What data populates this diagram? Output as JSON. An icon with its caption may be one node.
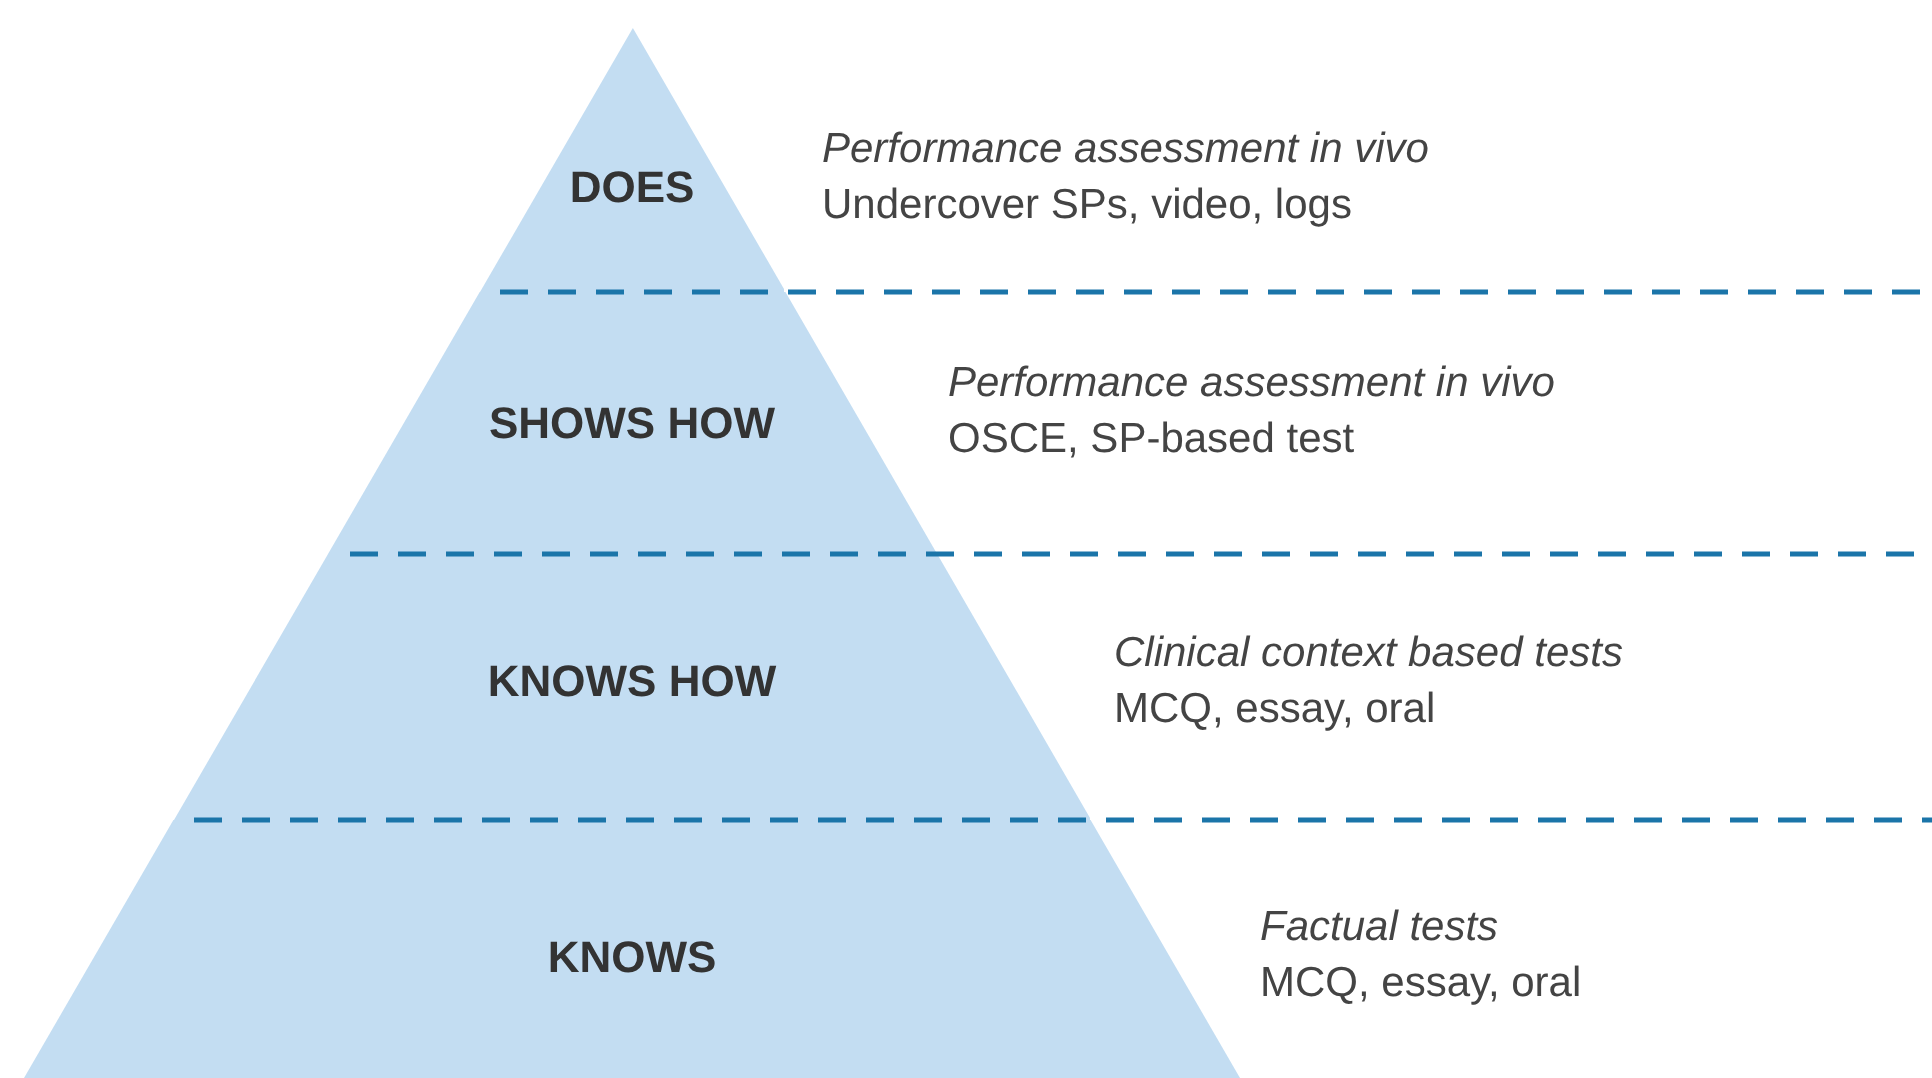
{
  "diagram": {
    "nodes": [
      {
        "text": [
          "DOES"
        ],
        "beside": [
          "Performance assessment in vivo",
          "Undercover SPs, video, logs"
        ]
      },
      {
        "text": [
          "SHOWS HOW"
        ],
        "beside": [
          "Performance assessment in vivo",
          "OSCE, SP-based test"
        ]
      },
      {
        "text": [
          "KNOWS HOW"
        ],
        "beside": [
          "Clinical context based tests",
          "MCQ, essay, oral"
        ]
      },
      {
        "text": [
          "KNOWS"
        ],
        "beside": [
          "Factual tests",
          "MCQ, essay, oral"
        ]
      }
    ]
  }
}
